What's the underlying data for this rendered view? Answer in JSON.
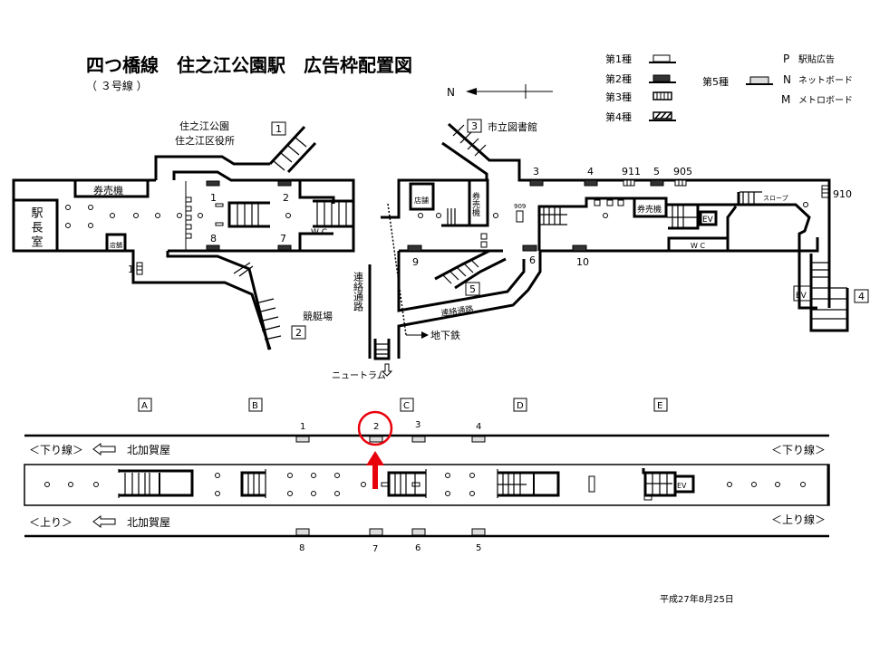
{
  "header": {
    "title": "四つ橋線　住之江公園駅　広告枠配置図",
    "subtitle": "（ ３号線 ）",
    "north_label": "N"
  },
  "legend": {
    "types": [
      {
        "label": "第1種",
        "icon": "white-frame"
      },
      {
        "label": "第2種",
        "icon": "dark-frame"
      },
      {
        "label": "第3種",
        "icon": "striped-frame"
      },
      {
        "label": "第4種",
        "icon": "hatched-frame"
      },
      {
        "label": "第5種",
        "icon": "gray-frame"
      }
    ],
    "codes": [
      {
        "code": "P",
        "label": "駅貼広告"
      },
      {
        "code": "N",
        "label": "ネットボード"
      },
      {
        "code": "M",
        "label": "メトロボード"
      }
    ]
  },
  "concourse": {
    "exits": [
      {
        "number": "1",
        "destination_lines": [
          "住之江公園",
          "住之江区役所"
        ]
      },
      {
        "number": "2",
        "destination_lines": [
          "競艇場"
        ]
      },
      {
        "number": "3",
        "destination_lines": [
          "市立図書館"
        ]
      },
      {
        "number": "4",
        "destination_lines": []
      },
      {
        "number": "5",
        "destination_lines": []
      }
    ],
    "rooms": {
      "station_master": "駅長室",
      "ticket_machine": "券売機",
      "shop": "店舗",
      "wc": "W C",
      "ev": "EV",
      "slope": "スロープ"
    },
    "passage": "連絡通路",
    "subway": "地下鉄",
    "newtram": "ニュートラム",
    "left_ads": [
      "1",
      "2",
      "8",
      "7",
      "1"
    ],
    "right_ads_top": [
      "3",
      "4",
      "911",
      "5",
      "905"
    ],
    "right_ads_bottom": [
      "9",
      "6",
      "10"
    ],
    "right_ads_other": [
      "909",
      "910"
    ]
  },
  "platform": {
    "sections": [
      "A",
      "B",
      "C",
      "D",
      "E"
    ],
    "top_ads": [
      "1",
      "2",
      "3",
      "4"
    ],
    "bottom_ads": [
      "8",
      "7",
      "6",
      "5"
    ],
    "down_line_left": "＜下り線＞",
    "up_line_left": "＜上り＞",
    "down_line_right": "＜下り線＞",
    "up_line_right": "＜上り線＞",
    "direction": "北加賀屋",
    "ev": "EV",
    "highlighted_ad": "2",
    "highlight_color": "#e8000b"
  },
  "footer": {
    "date": "平成27年8月25日"
  }
}
